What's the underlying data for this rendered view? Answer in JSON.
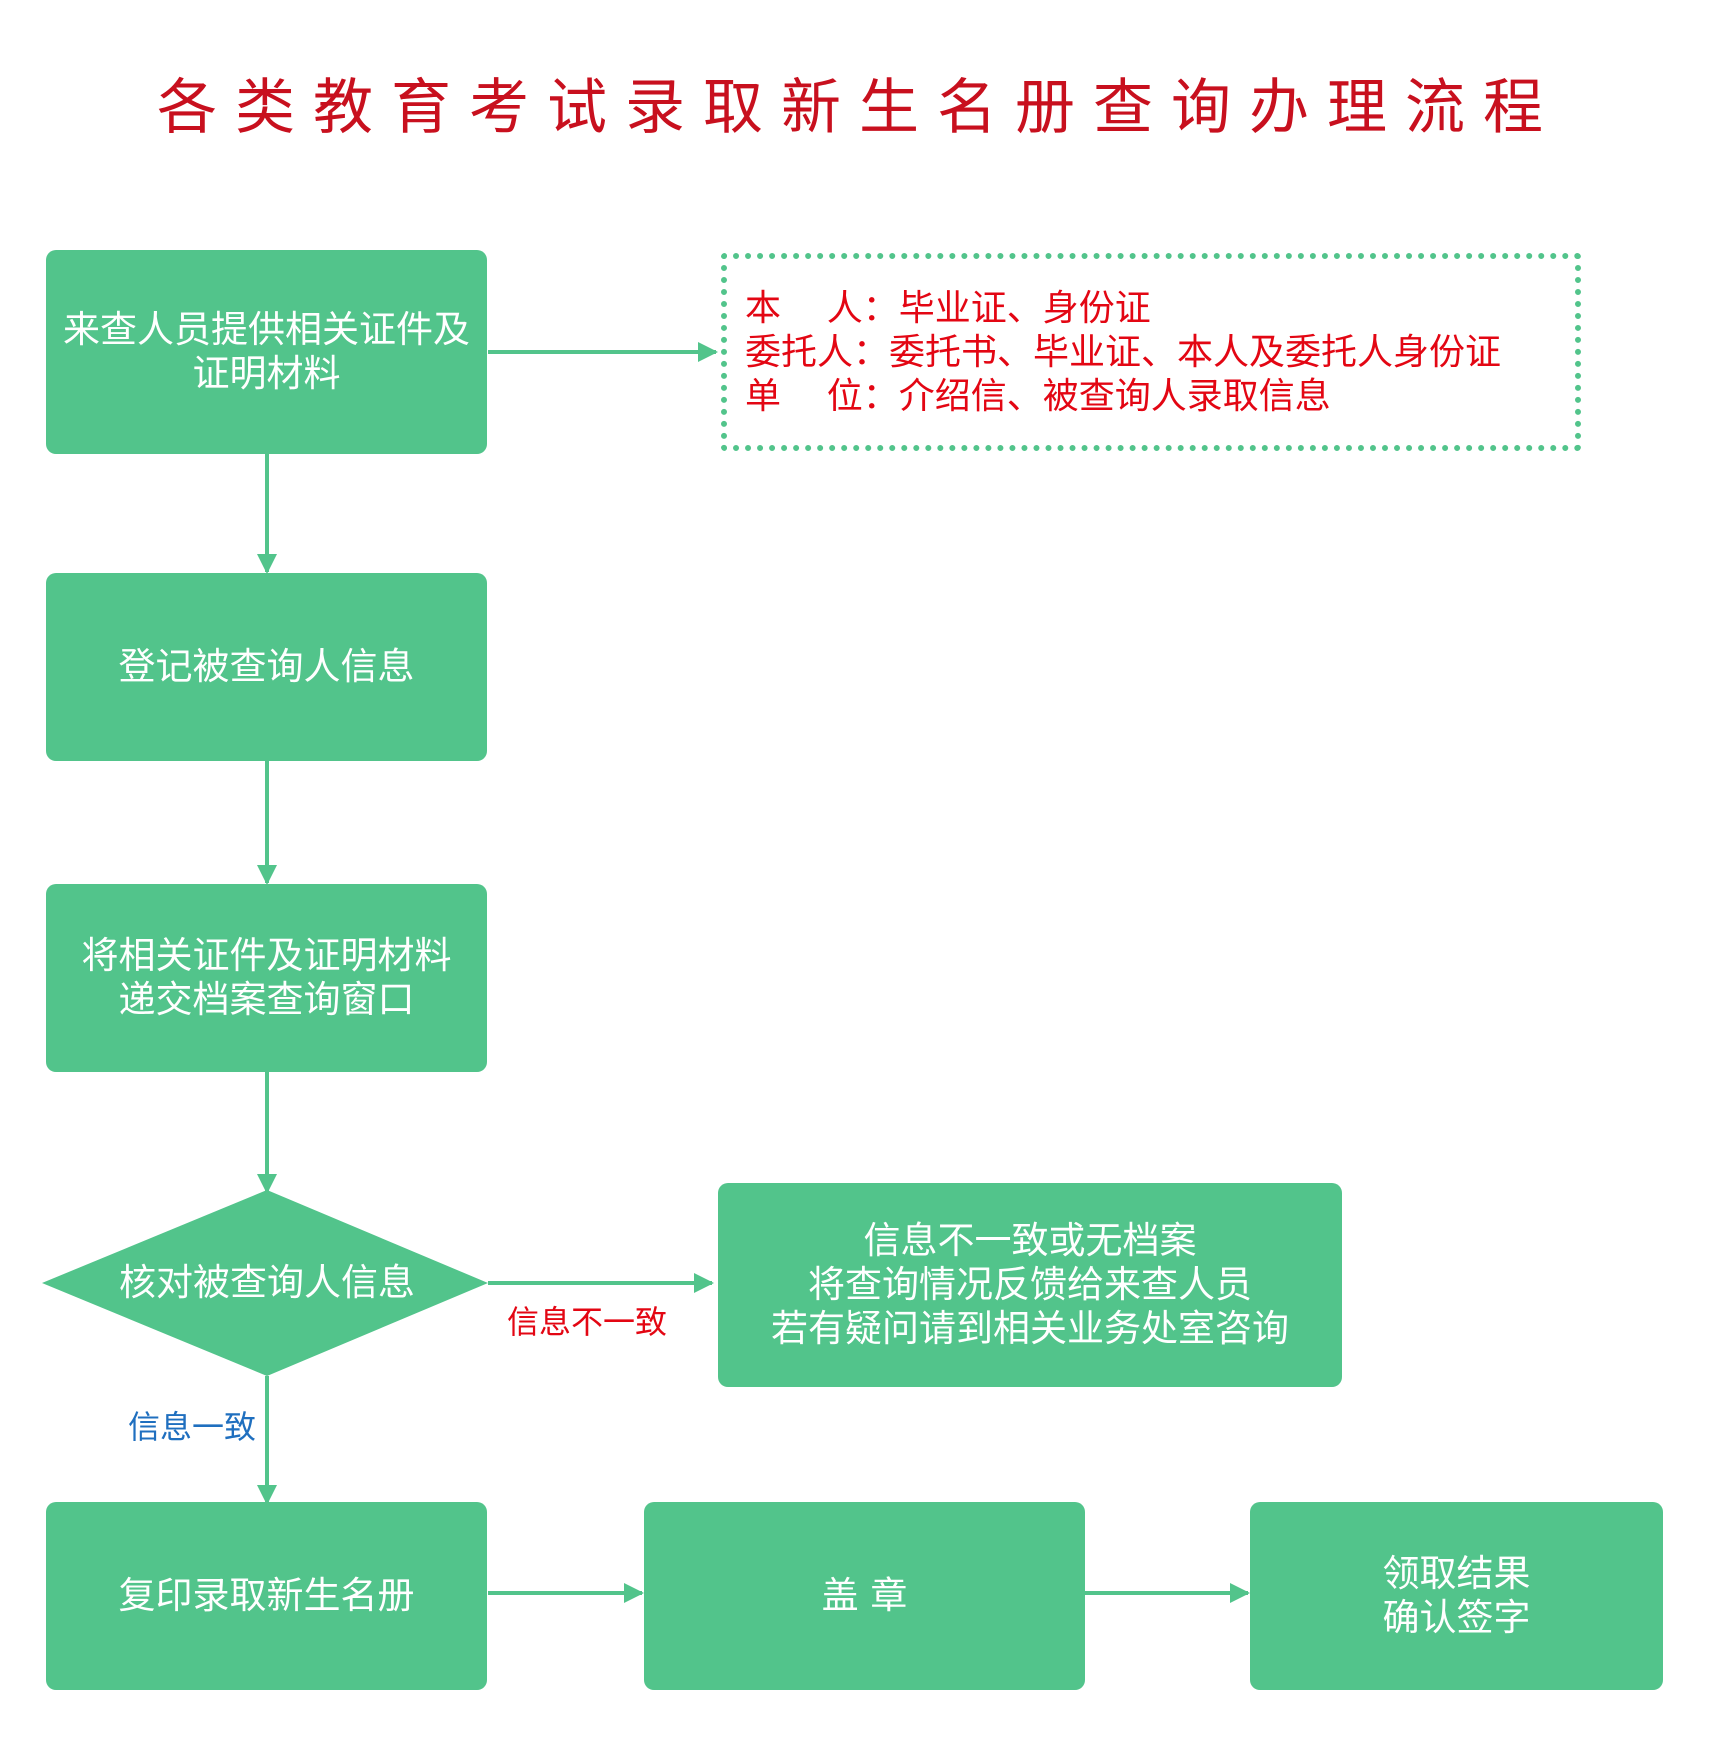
{
  "title": "各类教育考试录取新生名册查询办理流程",
  "colors": {
    "node_fill": "#52c48b",
    "title_red": "#c8101e",
    "note_red": "#e30613",
    "label_blue": "#1f6fbf"
  },
  "nodes": {
    "provide_docs": [
      "来查人员提供相关证件及",
      "证明材料"
    ],
    "register": [
      "登记被查询人信息"
    ],
    "submit": [
      "将相关证件及证明材料",
      "递交档案查询窗口"
    ],
    "verify": "核对被查询人信息",
    "mismatch_result": [
      "信息不一致或无档案",
      "将查询情况反馈给来查人员",
      "若有疑问请到相关业务处室咨询"
    ],
    "copy_roster": [
      "复印录取新生名册"
    ],
    "stamp": [
      "盖 章"
    ],
    "collect": [
      "领取结果",
      "确认签字"
    ]
  },
  "required_docs": [
    "本    人：毕业证、身份证",
    "委托人：委托书、毕业证、本人及委托人身份证",
    "单    位：介绍信、被查询人录取信息"
  ],
  "edge_labels": {
    "mismatch": "信息不一致",
    "match": "信息一致"
  }
}
